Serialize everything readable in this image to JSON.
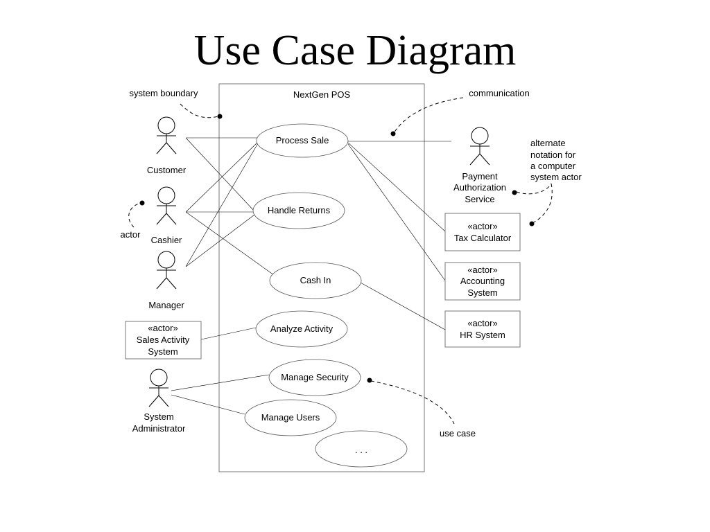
{
  "title": "Use Case Diagram",
  "system": {
    "name": "NextGen POS"
  },
  "actors": {
    "customer": "Customer",
    "cashier": "Cashier",
    "manager": "Manager",
    "system_admin": [
      "System",
      "Administrator"
    ],
    "payment_service": [
      "Payment",
      "Authorization",
      "Service"
    ]
  },
  "system_actors": {
    "tax_calculator": [
      "«actor»",
      "Tax Calculator"
    ],
    "accounting": [
      "«actor»",
      "Accounting",
      "System"
    ],
    "hr": [
      "«actor»",
      "HR System"
    ],
    "sales_activity": [
      "«actor»",
      "Sales Activity",
      "System"
    ]
  },
  "use_cases": {
    "process_sale": "Process Sale",
    "handle_returns": "Handle Returns",
    "cash_in": "Cash In",
    "analyze_activity": "Analyze Activity",
    "manage_security": "Manage Security",
    "manage_users": "Manage Users",
    "more": ". . ."
  },
  "annotations": {
    "system_boundary": "system boundary",
    "communication": "communication",
    "alternate_notation": [
      "alternate",
      "notation for",
      "a computer",
      "system actor"
    ],
    "actor": "actor",
    "use_case": "use case"
  }
}
